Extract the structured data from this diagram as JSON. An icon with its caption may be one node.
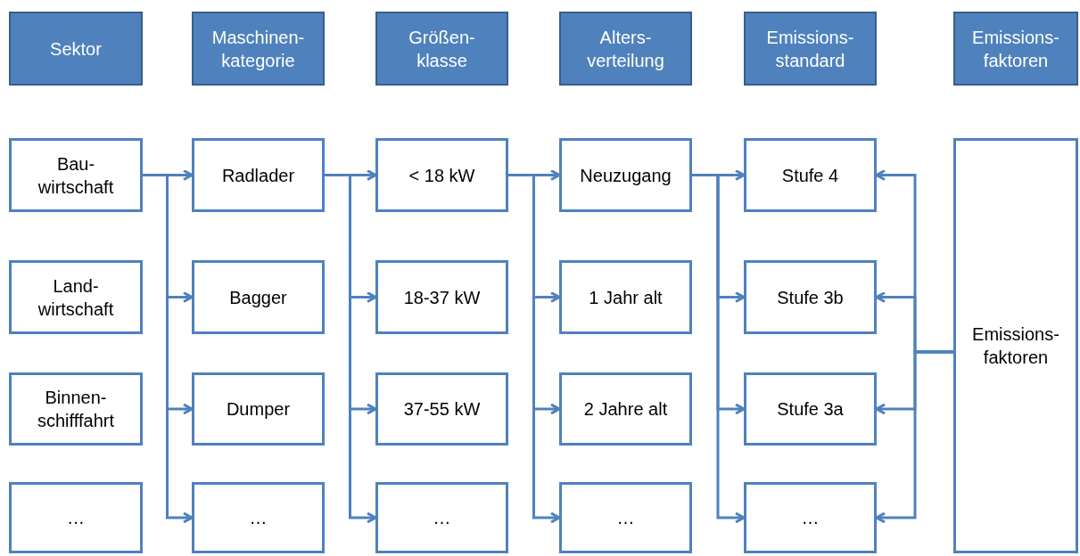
{
  "diagram": {
    "nodes": [
      {
        "text": [
          "Sektor"
        ]
      },
      {
        "text": [
          "Maschinen- kategorie"
        ]
      },
      {
        "text": [
          "Größen- klasse"
        ]
      },
      {
        "text": [
          "Alters- verteilung"
        ]
      },
      {
        "text": [
          "Emissions- standard"
        ]
      },
      {
        "text": [
          "Emissions- faktoren"
        ]
      },
      {
        "text": [
          "Bau- wirtschaft"
        ]
      },
      {
        "text": [
          "Land- wirtschaft"
        ]
      },
      {
        "text": [
          "Binnen- schifffahrt"
        ]
      },
      {
        "text": [
          "…"
        ]
      },
      {
        "text": [
          "Radlader"
        ]
      },
      {
        "text": [
          "Bagger"
        ]
      },
      {
        "text": [
          "Dumper"
        ]
      },
      {
        "text": [
          "…"
        ]
      },
      {
        "text": [
          "< 18 kW"
        ]
      },
      {
        "text": [
          "18-37 kW"
        ]
      },
      {
        "text": [
          "37-55 kW"
        ]
      },
      {
        "text": [
          "…"
        ]
      },
      {
        "text": [
          "Neuzugang"
        ]
      },
      {
        "text": [
          "1 Jahr alt"
        ]
      },
      {
        "text": [
          "2 Jahre alt"
        ]
      },
      {
        "text": [
          "…"
        ]
      },
      {
        "text": [
          "Stufe 4"
        ]
      },
      {
        "text": [
          "Stufe 3b"
        ]
      },
      {
        "text": [
          "Stufe 3a"
        ]
      },
      {
        "text": [
          "…"
        ]
      },
      {
        "text": [
          "Emissions- faktoren"
        ]
      }
    ],
    "edges": [
      {
        "from": 6,
        "to": 10,
        "arrow": "to"
      },
      {
        "from": 6,
        "to": 11,
        "arrow": "to"
      },
      {
        "from": 6,
        "to": 12,
        "arrow": "to"
      },
      {
        "from": 6,
        "to": 13,
        "arrow": "to"
      },
      {
        "from": 10,
        "to": 14,
        "arrow": "to"
      },
      {
        "from": 10,
        "to": 15,
        "arrow": "to"
      },
      {
        "from": 10,
        "to": 16,
        "arrow": "to"
      },
      {
        "from": 10,
        "to": 17,
        "arrow": "to"
      },
      {
        "from": 14,
        "to": 18,
        "arrow": "to"
      },
      {
        "from": 14,
        "to": 19,
        "arrow": "to"
      },
      {
        "from": 14,
        "to": 20,
        "arrow": "to"
      },
      {
        "from": 14,
        "to": 21,
        "arrow": "to"
      },
      {
        "from": 18,
        "to": 22,
        "arrow": "to"
      },
      {
        "from": 18,
        "to": 23,
        "arrow": "to"
      },
      {
        "from": 18,
        "to": 24,
        "arrow": "to"
      },
      {
        "from": 18,
        "to": 25,
        "arrow": "to"
      },
      {
        "from": 26,
        "to": 22,
        "arrow": "to"
      },
      {
        "from": 26,
        "to": 23,
        "arrow": "to"
      },
      {
        "from": 26,
        "to": 24,
        "arrow": "to"
      },
      {
        "from": 26,
        "to": 25,
        "arrow": "to"
      }
    ]
  }
}
